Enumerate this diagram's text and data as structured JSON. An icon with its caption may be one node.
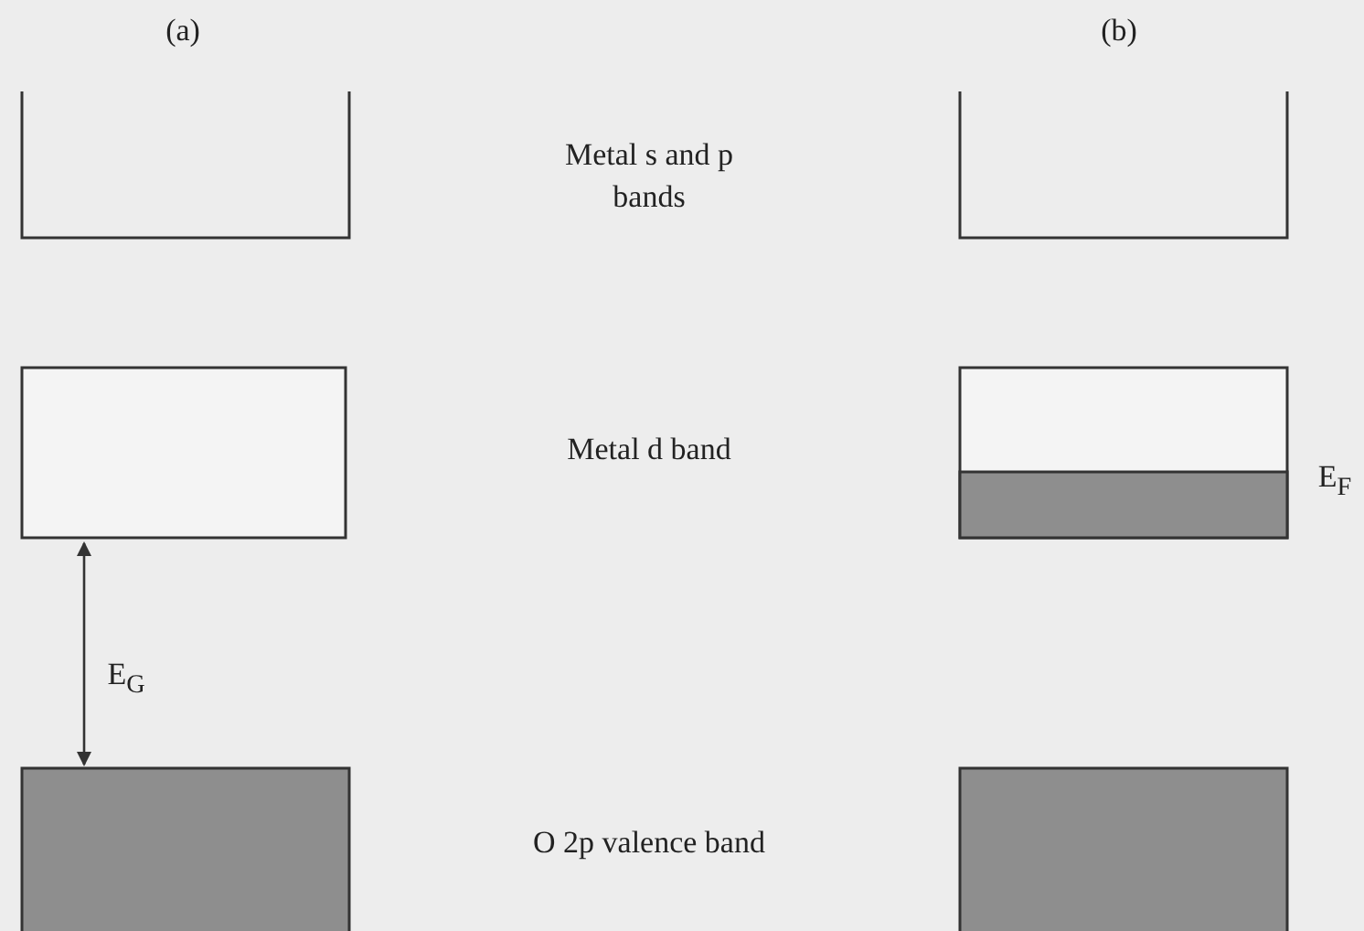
{
  "diagram": {
    "labels": [
      "(a)",
      "(b)",
      "Metal s and p bands",
      "Metal d band",
      "E$_{F}$",
      "E$_{G}$",
      "O 2p valence band"
    ]
  }
}
